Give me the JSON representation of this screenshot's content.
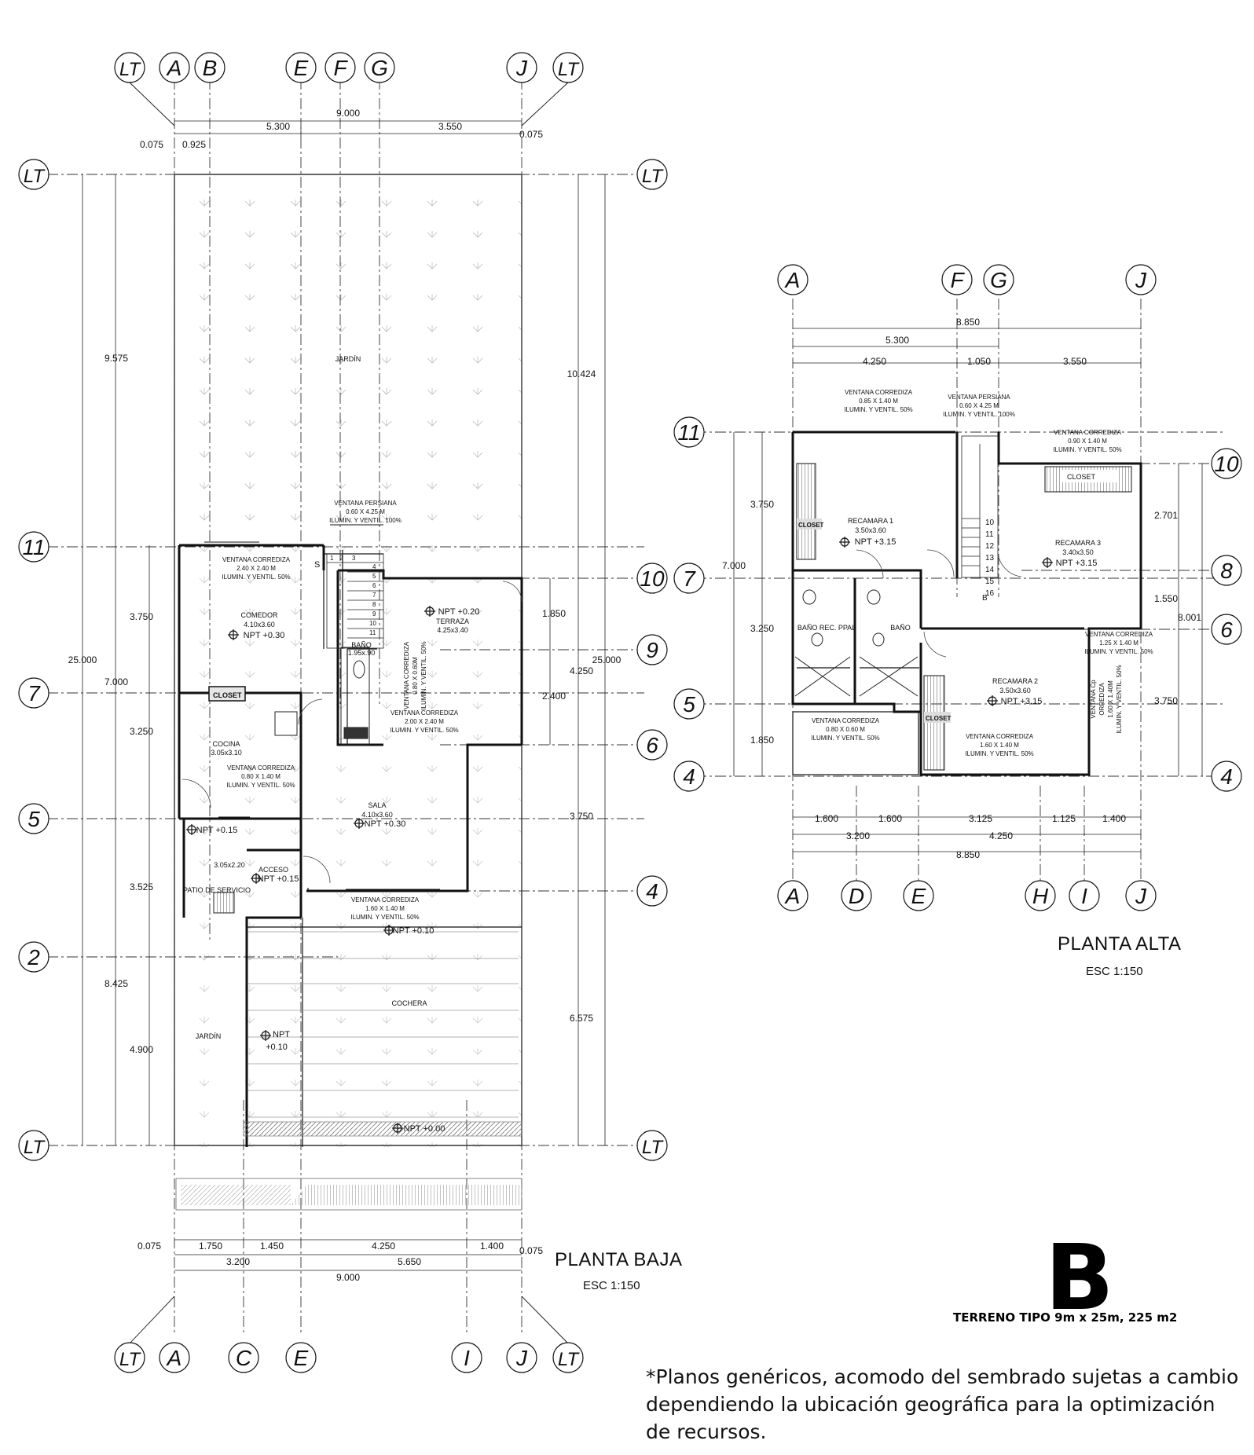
{
  "planta_baja": {
    "title": "PLANTA BAJA",
    "scale": "ESC 1:150",
    "grid_top": [
      "LT",
      "A",
      "B",
      "E",
      "F",
      "G",
      "J",
      "LT"
    ],
    "grid_bottom": [
      "LT",
      "A",
      "C",
      "E",
      "I",
      "J",
      "LT"
    ],
    "grid_left": [
      "LT",
      "11",
      "7",
      "5",
      "2",
      "LT"
    ],
    "grid_right": [
      "LT",
      "10",
      "9",
      "6",
      "4",
      "LT"
    ],
    "dims_top": [
      "9.000",
      "5.300",
      "3.550",
      "0.075",
      "0.925",
      "0.075"
    ],
    "dims_bottom": [
      "0.075",
      "1.750",
      "1.450",
      "4.250",
      "1.400",
      "0.075",
      "3.200",
      "5.650",
      "9.000"
    ],
    "dims_left": [
      "9.575",
      "25.000",
      "3.750",
      "7.000",
      "3.250",
      "3.525",
      "8.425",
      "4.900"
    ],
    "dims_right": [
      "10.424",
      "25.000",
      "1.850",
      "4.250",
      "2.400",
      "3.750",
      "6.575"
    ],
    "rooms": {
      "jardin_top": "JARDÍN",
      "jardin_bottom": "JARDÍN",
      "comedor": "COMEDOR",
      "comedor_size": "4.10x3.60",
      "comedor_npt": "NPT +0.30",
      "terraza": "TERRAZA",
      "terraza_size": "4.25x3.40",
      "terraza_npt": "NPT +0.20",
      "bano": "BAÑO",
      "bano_size": "1.95x.90",
      "cocina": "COCINA",
      "cocina_size": "3.05x3.10",
      "closet": "CLOSET",
      "sala": "SALA",
      "sala_size": "4.10x3.60",
      "sala_npt": "NPT +0.30",
      "patio": "PATIO DE SERVICIO",
      "patio_size": "3.05x2.20",
      "patio_npt": "NPT +0.15",
      "acceso": "ACCESO",
      "acceso_npt": "NPT +0.15",
      "cochera": "COCHERA",
      "cochera_npt": "NPT +0.10",
      "jardin_npt_1": "NPT",
      "jardin_npt_2": "+0.10",
      "street_npt": "NPT +0.00"
    },
    "windows": {
      "v1_a": "VENTANA PERSIANA",
      "v1_b": "0.60 X 4.25 M",
      "v1_c": "ILUMIN. Y VENTIL. 100%",
      "v2_a": "VENTANA CORREDIZA",
      "v2_b": "2.40 X 2.40 M",
      "v2_c": "ILUMIN. Y VENTIL. 50%",
      "v3_a": "VENTANA CORREDIZA",
      "v3_b": "0.80 X 0.60M",
      "v3_c": "ILUMIN. Y VENTIL. 50%",
      "v4_a": "VENTANA CORREDIZA",
      "v4_b": "2.00 X 2.40 M",
      "v4_c": "ILUMIN. Y VENTIL. 50%",
      "v5_a": "VENTANA CORREDIZA",
      "v5_b": "0.80 X 1.40 M",
      "v5_c": "ILUMIN. Y VENTIL. 50%",
      "v6_a": "VENTANA CORREDIZA",
      "v6_b": "1.60 X 1.40 M",
      "v6_c": "ILUMIN. Y VENTIL. 50%"
    }
  },
  "planta_alta": {
    "title": "PLANTA ALTA",
    "scale": "ESC 1:150",
    "grid_top": [
      "A",
      "F",
      "G",
      "J"
    ],
    "grid_bottom": [
      "A",
      "D",
      "E",
      "H",
      "I",
      "J"
    ],
    "grid_left": [
      "11",
      "7",
      "5",
      "4"
    ],
    "grid_right": [
      "10",
      "8",
      "6",
      "4"
    ],
    "dims_top": [
      "8.850",
      "5.300",
      "4.250",
      "1.050",
      "3.550"
    ],
    "dims_bottom": [
      "1.600",
      "1.600",
      "3.125",
      "1.125",
      "1.400",
      "3.200",
      "4.250",
      "8.850"
    ],
    "dims_left": [
      "3.750",
      "7.000",
      "3.250",
      "1.850"
    ],
    "dims_right": [
      "2.701",
      "1.550",
      "8.001",
      "3.750"
    ],
    "rooms": {
      "recamara1": "RECAMARA 1",
      "recamara1_size": "3.50x3.60",
      "recamara1_npt": "NPT +3.15",
      "recamara2": "RECAMARA 2",
      "recamara2_size": "3.50x3.60",
      "recamara2_npt": "NPT +3.15",
      "recamara3": "RECAMARA 3",
      "recamara3_size": "3.40x3.50",
      "recamara3_npt": "NPT +3.15",
      "closet": "CLOSET",
      "bano_ppal": "BAÑO REC. PPAL",
      "bano": "BAÑO",
      "stair_mark": "B"
    },
    "windows": {
      "w1_a": "VENTANA CORREDIZA",
      "w1_b": "0.85 X 1.40 M",
      "w1_c": "ILUMIN. Y VENTIL. 50%",
      "w2_a": "VENTANA PERSIANA",
      "w2_b": "0.60 X 4.25 M",
      "w2_c": "ILUMIN. Y VENTIL. 100%",
      "w3_a": "VENTANA CORREDIZA",
      "w3_b": "0.90 X 1.40 M",
      "w3_c": "ILUMIN. Y VENTIL. 50%",
      "w4_a": "VENTANA CORREDIZA",
      "w4_b": "1.25 X 1.40 M",
      "w4_c": "ILUMIN. Y VENTIL. 50%",
      "w5_a": "VENTANA CORREDIZA",
      "w5_b": "0.80 X 0.60 M",
      "w5_c": "ILUMIN. Y VENTIL. 50%",
      "w6_a": "VENTANA CORREDIZA",
      "w6_b": "1.60 X 1.40 M",
      "w6_c": "ILUMIN. Y VENTIL. 50%",
      "w7_a": "VENTANA Cp",
      "w7_b": "ORREDIZA",
      "w7_c": "1.60 X 1.40M",
      "w7_d": "ILUMIN. Y VENTIL. 50%"
    }
  },
  "type_letter": "B",
  "terreno": "TERRENO TIPO 9m x 25m, 225 m2",
  "disclaimer": "*Planos genéricos, acomodo del sembrado sujetas a cambio dependiendo la ubicación geográfica para la optimización de recursos.",
  "colors": {
    "line": "#111111",
    "hatch": "#9a9a9a",
    "background": "#ffffff"
  }
}
